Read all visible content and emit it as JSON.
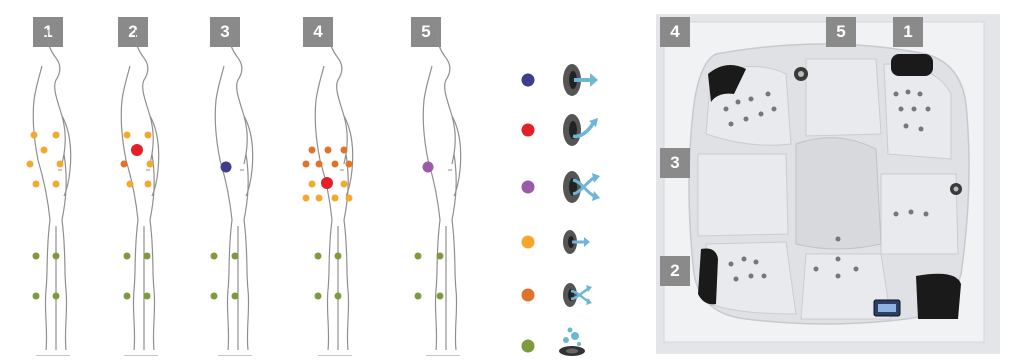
{
  "figures": [
    {
      "label": "1"
    },
    {
      "label": "2"
    },
    {
      "label": "3"
    },
    {
      "label": "4"
    },
    {
      "label": "5"
    }
  ],
  "tub_labels": [
    "4",
    "5",
    "1",
    "3",
    "2"
  ],
  "colors": {
    "badge": "#8a8a8a",
    "navy": "#3f3c8e",
    "red": "#e32028",
    "purple": "#9a5aa8",
    "yellow": "#f4a92c",
    "orange": "#e0732a",
    "green": "#7e9a3c",
    "arrow": "#6db6d8"
  },
  "legend_icons": [
    "navy-dot straight-arrow-jet-icon",
    "red-dot curved-arrow-jet-icon",
    "purple-dot crossing-arrows-jet-icon",
    "yellow-dot small-straight-jet-icon",
    "orange-dot small-split-jet-icon",
    "green-dot bubble-air-jet-icon"
  ]
}
